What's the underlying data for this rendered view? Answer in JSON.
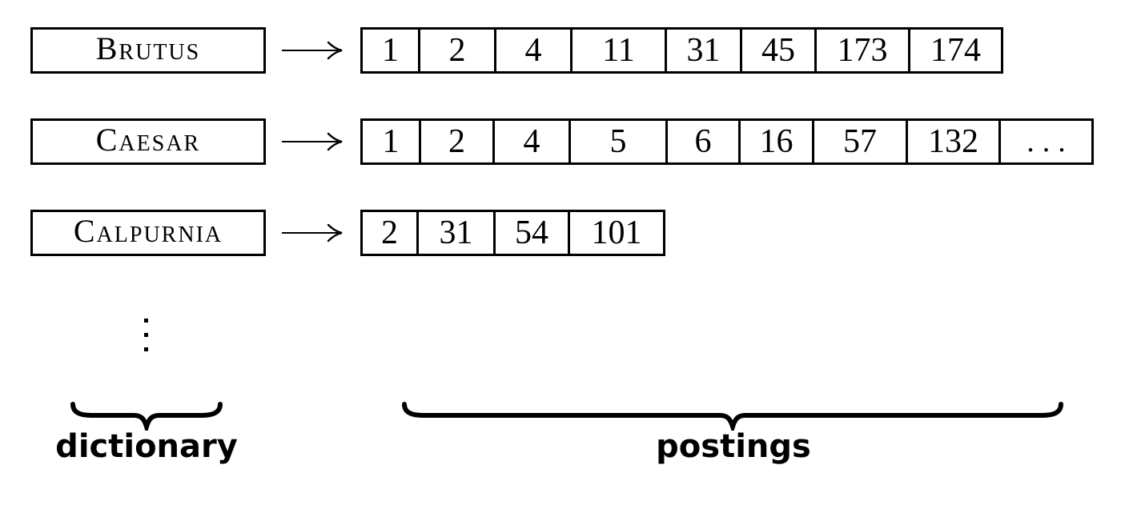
{
  "rows": [
    {
      "term": "Brutus",
      "postings": [
        "1",
        "2",
        "4",
        "11",
        "31",
        "45",
        "173",
        "174"
      ]
    },
    {
      "term": "Caesar",
      "postings": [
        "1",
        "2",
        "4",
        "5",
        "6",
        "16",
        "57",
        "132",
        "..."
      ]
    },
    {
      "term": "Calpurnia",
      "postings": [
        "2",
        "31",
        "54",
        "101"
      ]
    }
  ],
  "vertical_ellipsis": "⋮",
  "labels": {
    "dictionary": "dictionary",
    "postings": "postings"
  },
  "colors": {
    "foreground": "#000000",
    "background": "#ffffff"
  }
}
